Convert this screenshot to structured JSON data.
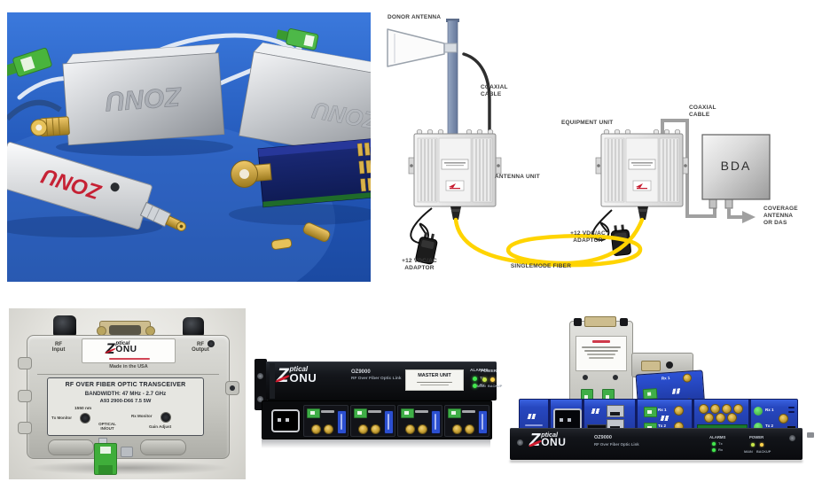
{
  "photo_modules": {
    "brand_top": "ZONU",
    "brand_red": "ZONU",
    "brand_right": "ZONU",
    "colors": {
      "background_blue": "#2b66cc",
      "penny_copper": "#b87a45",
      "connector_green": "#49b43c"
    }
  },
  "diagram": {
    "donor_antenna": "DONOR ANTENNA",
    "coaxial_cable_left": "COAXIAL\nCABLE",
    "equipment_unit": "EQUIPMENT UNIT",
    "coaxial_cable_right": "COAXIAL\nCABLE",
    "antenna_unit": "ANTENNA UNIT",
    "bda": "BDA",
    "adaptor_left": "+12 VDC/AC\nADAPTOR",
    "adaptor_right": "+12 VDC/AC\nADAPTOR",
    "singlemode_fiber": "SINGLEMODE FIBER",
    "coverage_antenna": "COVERAGE\nANTENNA\nOR DAS",
    "colors": {
      "fiber_yellow": "#FFD400",
      "cable_gray": "#a0a0a0",
      "coax_black": "#2e2e2e"
    }
  },
  "transceiver": {
    "rf_input": "RF\nInput",
    "rf_output": "RF\nOutput",
    "logo_z": "Z",
    "logo_optical": "ptical",
    "logo_onu": "ONU",
    "made_in": "Made in the USA",
    "title": "RF OVER FIBER OPTIC TRANSCEIVER",
    "bandwidth": "BANDWIDTH: 47 MHz - 2.7 GHz",
    "model_line": "A93 2900-D66 7.5 5W",
    "wavelength": "1550 nm",
    "tx_monitor": "Tx Monitor",
    "rx_monitor": "Rx Monitor",
    "optical_io": "OPTICAL\nIN/OUT",
    "gain_adjust": "Gain Adjust"
  },
  "rack_master": {
    "logo_z": "Z",
    "logo_optical": "ptical",
    "logo_onu": "ONU",
    "model": "OZ9000",
    "subtitle": "RF Over Fiber Optic Link",
    "master_unit": "MASTER UNIT",
    "alarms_label": "ALARMS",
    "alarm_tx": "Tx",
    "alarm_rx": "Rx",
    "power_label": "POWER",
    "power_main": "MAIN",
    "power_backup": "BACKUP"
  },
  "rack_remote": {
    "logo_z": "Z",
    "logo_optical": "ptical",
    "logo_onu": "ONU",
    "model": "OZ9000",
    "subtitle": "RF Over Fiber Optic Link",
    "alarms_label": "ALARMS",
    "alarm_tx": "Tx",
    "alarm_rx": "Rx",
    "power_label": "POWER",
    "power_main": "MAIN",
    "power_backup": "BACKUP",
    "rx1": "Rx 1",
    "tx2": "Tx 2"
  }
}
